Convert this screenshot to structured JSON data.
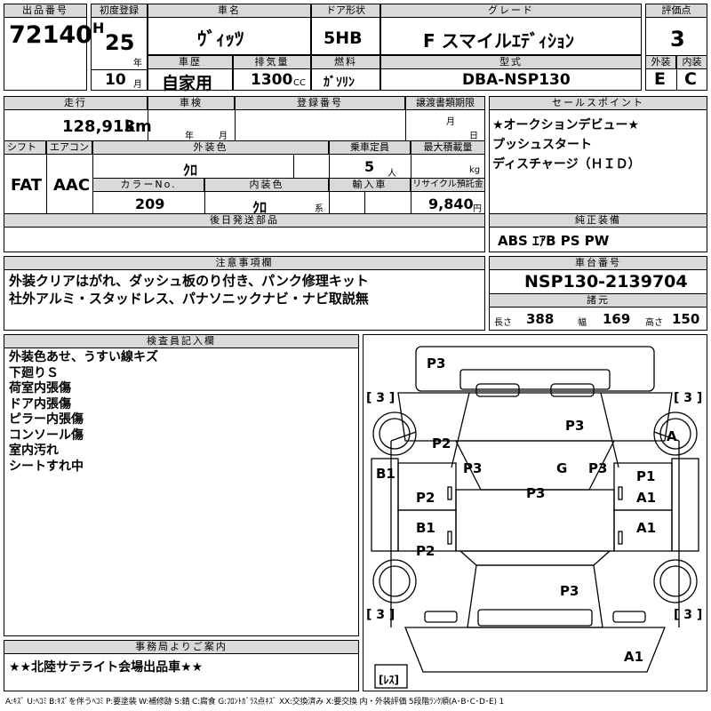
{
  "headers": {
    "lot_no": "出品番号",
    "first_reg": "初度登録",
    "car_name": "車名",
    "door": "ドア形状",
    "grade": "グレード",
    "score": "評価点",
    "history": "車歴",
    "displacement": "排気量",
    "fuel": "燃料",
    "model": "型式",
    "exterior": "外装",
    "interior": "内装",
    "mileage": "走行",
    "inspection": "車検",
    "reg_no": "登録番号",
    "transfer_deadline": "譲渡書類期限",
    "sales_point": "セールスポイント",
    "shift": "シフト",
    "aircon": "エアコン",
    "ext_color": "外装色",
    "capacity": "乗車定員",
    "max_load": "最大積載量",
    "color_no": "カラーNo.",
    "int_color": "内装色",
    "import": "輸入車",
    "recycle": "リサイクル預託金",
    "later_parts": "後日発送部品",
    "genuine_equip": "純正装備",
    "notes": "注意事項欄",
    "chassis_no": "車台番号",
    "dims": "諸元",
    "inspector": "検査員記入欄",
    "office": "事務局よりご案内"
  },
  "vehicle": {
    "lot_no": "72140",
    "era": "H",
    "year": "25",
    "year_unit": "年",
    "month": "10",
    "month_unit": "月",
    "name": "ｳﾞｨｯﾂ",
    "door": "5HB",
    "grade": "F スマイルｴﾃﾞｨｼｮﾝ",
    "score": "3",
    "history": "自家用",
    "displacement": "1300",
    "cc": "CC",
    "fuel": "ｶﾞｿﾘﾝ",
    "model": "DBA-NSP130",
    "exterior_grade": "E",
    "interior_grade": "C",
    "mileage": "128,913",
    "km": "km",
    "insp_year": "年",
    "insp_month": "月",
    "deadline_month": "月",
    "deadline_day": "日",
    "shift": "FAT",
    "aircon": "AAC",
    "ext_color": "ｸﾛ",
    "capacity": "5",
    "capacity_unit": "人",
    "load_unit": "kg",
    "color_no": "209",
    "int_color": "ｸﾛ",
    "int_sys": "系",
    "recycle": "9,840",
    "yen": "円",
    "chassis_no": "NSP130-2139704",
    "len_label": "長さ",
    "length": "388",
    "width_label": "幅",
    "width": "169",
    "height_label": "高さ",
    "height": "150"
  },
  "sales_points": [
    "★オークションデビュー★",
    "プッシュスタート",
    "ディスチャージ（ＨＩＤ）"
  ],
  "genuine_equip": "ABS ｴｱB PS PW",
  "notes": [
    "外装クリアはがれ、ダッシュ板のり付き、パンク修理キット",
    "社外アルミ・スタッドレス、パナソニックナビ・ナビ取説無"
  ],
  "inspector_notes": [
    "外装色あせ、うすい線キズ",
    "下廻りＳ",
    "荷室内張傷",
    "ドア内張傷",
    "ピラー内張傷",
    "コンソール傷",
    "室内汚れ",
    "シートすれ中"
  ],
  "office_note": "★★北陸サテライト会場出品車★★",
  "diagram": {
    "tire_fl": "[ 3 ]",
    "tire_fr": "[ 3 ]",
    "tire_rl": "[ 3 ]",
    "tire_rr": "[ 3 ]",
    "spare": "[ﾚｽ]",
    "m_front": "P3",
    "m_hood": "P3",
    "m_fl_fender": "P2",
    "m_fr_a": "A",
    "m_lpillar": "P3",
    "m_glass": "G",
    "m_rpillar": "P3",
    "m_roof": "P3",
    "m_lsill": "B1",
    "m_rdoor1": "P1",
    "m_ldoor1": "P2",
    "m_rdoor1b": "A1",
    "m_ldoor2b": "B1",
    "m_rdoor2": "A1",
    "m_ldoor2": "P2",
    "m_trunk": "P3",
    "m_rear": "A1"
  },
  "legend": "A:ｷｽﾞ U:ﾍｺﾐ B:ｷｽﾞを伴うﾍｺﾐ P:要塗装 W:補修跡 S:錆 C:腐食 G:ﾌﾛﾝﾄｶﾞﾗｽ点ｷｽﾞ XX:交換済み X:要交換 内・外装評価 5段階ﾗﾝｸ順(A･B･C･D･E) 1"
}
